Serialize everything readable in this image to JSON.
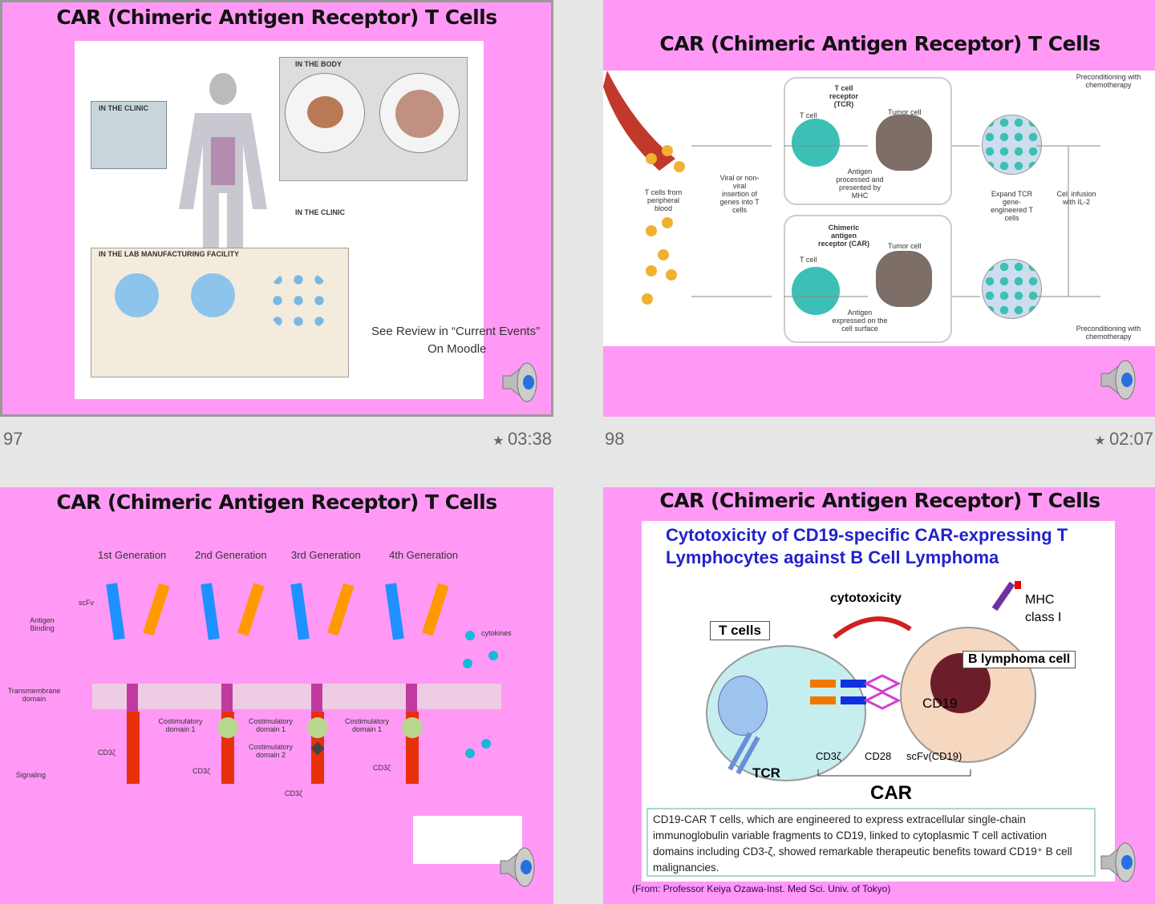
{
  "slides": [
    {
      "number": "97",
      "duration": "03:38",
      "title": "CAR (Chimeric Antigen Receptor) T Cells",
      "panels": {
        "clinic1": "IN THE CLINIC",
        "lab": "IN THE LAB MANUFACTURING FACILITY",
        "body": "IN THE BODY",
        "clinic3": "IN THE CLINIC"
      },
      "note_line1": "See Review in “Current Events”",
      "note_line2": "On Moodle"
    },
    {
      "number": "98",
      "duration": "02:07",
      "title": "CAR (Chimeric Antigen Receptor) T Cells",
      "labels": {
        "tcr": "T cell receptor (TCR)",
        "car": "Chimeric antigen receptor (CAR)",
        "tumor": "Tumor cell",
        "tcell": "T cell",
        "blood": "T cells from peripheral blood",
        "viral": "Viral or non-viral insertion of genes into T cells",
        "expand": "Expand TCR gene-engineered T cells",
        "infusion": "Cell infusion with IL-2",
        "precond": "Preconditioning with chemotherapy",
        "mhc": "Antigen processed and presented by MHC",
        "surface": "Antigen expressed on the cell surface"
      }
    },
    {
      "title": "CAR (Chimeric Antigen Receptor) T Cells",
      "generations": [
        "1st Generation",
        "2nd Generation",
        "3rd Generation",
        "4th Generation"
      ],
      "labels": {
        "antigen": "Antigen Binding",
        "tm": "Transmembrane domain",
        "signal": "Signaling",
        "scfv": "scFv",
        "cd3": "CD3ζ",
        "cos1": "Costimulatory domain 1",
        "cos2": "Costimulatory domain 2",
        "cytokines": "cytokines"
      }
    },
    {
      "title": "CAR (Chimeric Antigen Receptor) T Cells",
      "heading": "Cytotoxicity of CD19-specific CAR-expressing T Lymphocytes against B Cell Lymphoma",
      "labels": {
        "tcells": "T cells",
        "cyto": "cytotoxicity",
        "mhc": "MHC class I",
        "blymph": "B lymphoma cell",
        "cd19": "CD19",
        "cd3": "CD3ζ",
        "cd28": "CD28",
        "scfv": "scFv(CD19)",
        "tcr": "TCR",
        "car": "CAR"
      },
      "caption": "CD19-CAR T cells, which are engineered to express extracellular single-chain immunoglobulin variable fragments to CD19, linked to cytoplasmic T cell activation domains including CD3-ζ, showed remarkable therapeutic benefits toward CD19⁺ B cell malignancies.",
      "source": "(From: Professor Keiya Ozawa-Inst. Med Sci. Univ. of Tokyo)"
    }
  ],
  "colors": {
    "slide_bg": "#ff99f5",
    "heading_blue": "#2222cc"
  },
  "icons": {
    "audio": "speaker-icon",
    "star": "star-icon"
  }
}
